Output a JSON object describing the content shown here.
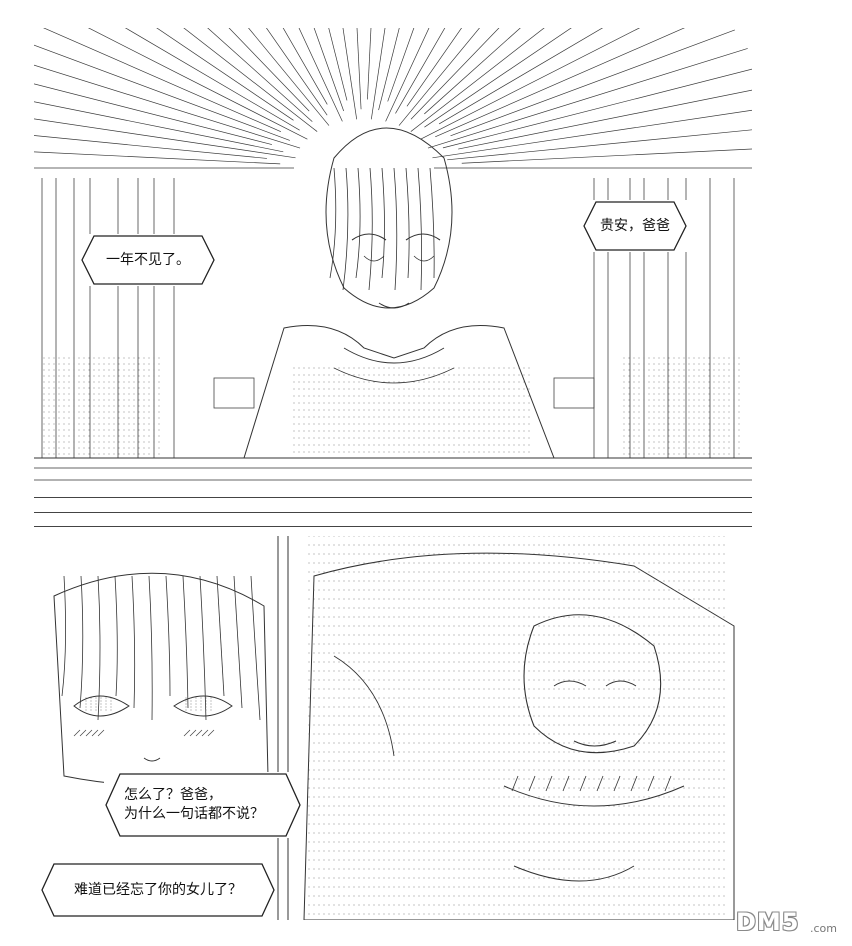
{
  "panels": {
    "top": {
      "bubbles": [
        {
          "id": "greeting",
          "lines": [
            "贵安，爸爸"
          ]
        },
        {
          "id": "year",
          "lines": [
            "一年不见了。"
          ]
        }
      ]
    },
    "bottom": {
      "bubbles": [
        {
          "id": "what",
          "lines": [
            "怎么了？爸爸，",
            "为什么一句话都不说？"
          ]
        },
        {
          "id": "forgot",
          "lines": [
            "难道已经忘了你的女儿了？"
          ]
        }
      ]
    }
  },
  "watermark": {
    "main": "DM5",
    "sub": ".com"
  },
  "colors": {
    "ink": "#1a1a1a",
    "background": "#ffffff",
    "watermark": "#8a8a8a"
  }
}
